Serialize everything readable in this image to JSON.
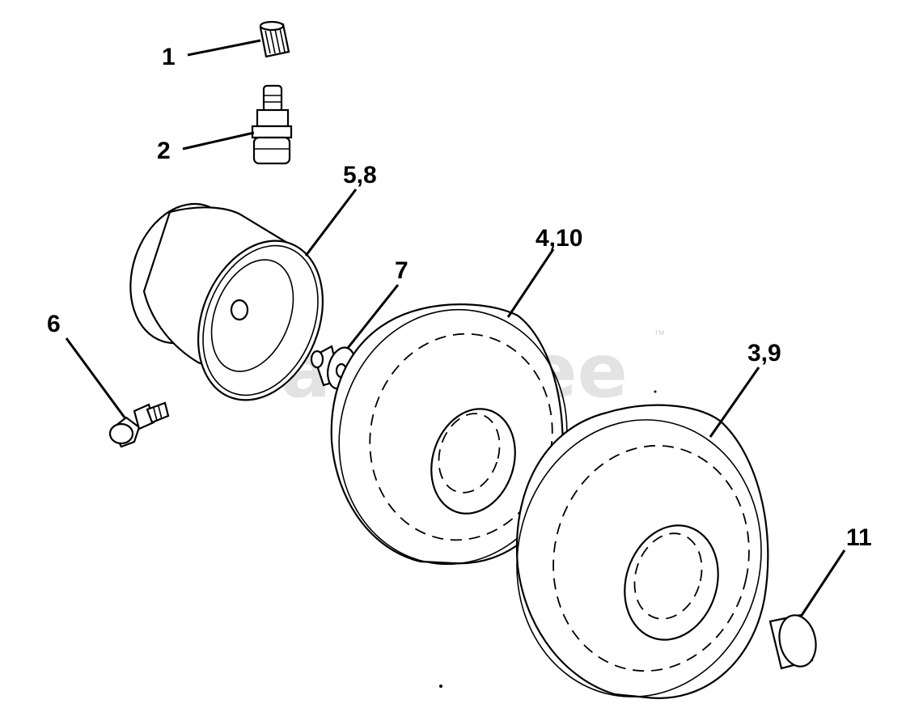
{
  "watermark": {
    "text": "PartsTree",
    "trademark": "™"
  },
  "callouts": {
    "c1": "1",
    "c2": "2",
    "c58": "5,8",
    "c6": "6",
    "c7": "7",
    "c410": "4,10",
    "c39": "3,9",
    "c11": "11"
  }
}
